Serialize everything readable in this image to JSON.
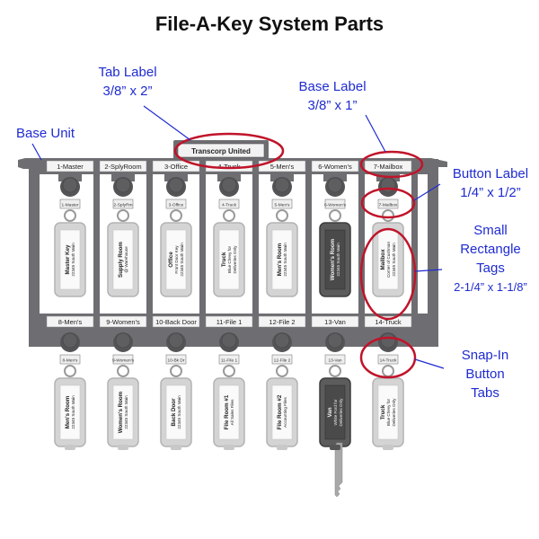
{
  "title": "File-A-Key System Parts",
  "callouts": {
    "tab_label": {
      "line1": "Tab Label",
      "line2": "3/8” x 2”"
    },
    "base_label": {
      "line1": "Base Label",
      "line2": "3/8” x 1”"
    },
    "base_unit": {
      "line1": "Base Unit"
    },
    "button_label": {
      "line1": "Button Label",
      "line2": "1/4” x 1/2”"
    },
    "small_rectangle_tags": {
      "line1": "Small",
      "line2": "Rectangle",
      "line3": "Tags",
      "line4": "2-1/4” x 1-1/8”"
    },
    "snap_in_button_tabs": {
      "line1": "Snap-In",
      "line2": "Button",
      "line3": "Tabs"
    }
  },
  "tab_label_text": "Transcorp United",
  "rows": [
    {
      "slots": [
        {
          "base": "1-Master",
          "button": "1-Master",
          "tag": [
            "Master Key",
            "22345 South Main"
          ],
          "dark": false
        },
        {
          "base": "2-SplyRoom",
          "button": "2-SplyRm",
          "tag": [
            "Supply Room",
            "@ Warehouse"
          ],
          "dark": false
        },
        {
          "base": "3-Office",
          "button": "3-Office",
          "tag": [
            "Office",
            "Front Door Key",
            "22345 South Main"
          ],
          "dark": false
        },
        {
          "base": "4-Truck",
          "button": "4-Truck",
          "tag": [
            "Truck",
            "Blue Chevy for",
            "Deliveries Only"
          ],
          "dark": false
        },
        {
          "base": "5-Men's",
          "button": "5-Men's",
          "tag": [
            "Men's Room",
            "22345 South Main"
          ],
          "dark": false
        },
        {
          "base": "6-Women's",
          "button": "6-Women's",
          "tag": [
            "Women's Room",
            "22345 South Main"
          ],
          "dark": true
        },
        {
          "base": "7-Mailbox",
          "button": "7-Mailbox",
          "tag": [
            "Mailbox",
            "Corner of Cushman",
            "22345 South Main"
          ],
          "dark": false
        }
      ]
    },
    {
      "slots": [
        {
          "base": "8-Men's",
          "button": "8-Men's",
          "tag": [
            "Men's Room",
            "22345 South Main"
          ],
          "dark": false
        },
        {
          "base": "9-Women's",
          "button": "9-Women's",
          "tag": [
            "Women's Room",
            "22345 South Main"
          ],
          "dark": false
        },
        {
          "base": "10-Back Door",
          "button": "10-Bk Dr",
          "tag": [
            "Back Door",
            "22345 South Main"
          ],
          "dark": false
        },
        {
          "base": "11-File 1",
          "button": "11-File 1",
          "tag": [
            "File Room #1",
            "All Sales Files"
          ],
          "dark": false
        },
        {
          "base": "12-File 2",
          "button": "12-File 2",
          "tag": [
            "File Room #2",
            "Accounting Files"
          ],
          "dark": false
        },
        {
          "base": "13-Van",
          "button": "13-Van",
          "tag": [
            "Van",
            "White Ford for",
            "Deliveries Only"
          ],
          "dark": true
        },
        {
          "base": "14-Truck",
          "button": "14-Truck",
          "tag": [
            "Truck",
            "Blue Chevy for",
            "Deliveries Only"
          ],
          "dark": false
        }
      ]
    }
  ],
  "colors": {
    "callout_text": "#1f2bd1",
    "callout_ellipse": "#c0142a",
    "base_unit": "#6e6e72",
    "tag_light": "#d4d4d4",
    "tag_dark": "#5c5c5c"
  }
}
